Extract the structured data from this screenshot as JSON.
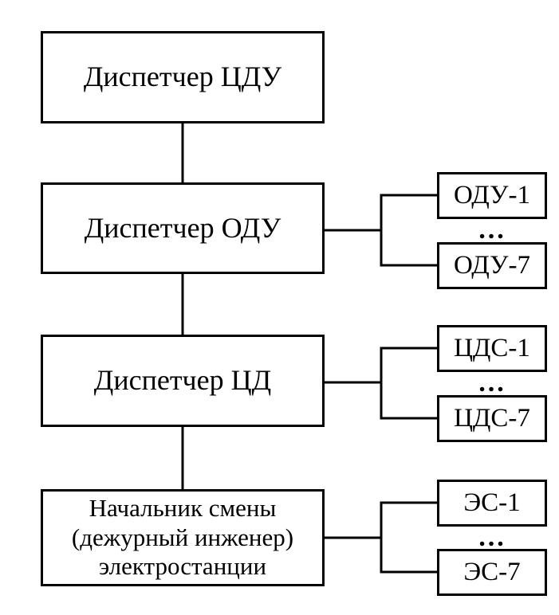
{
  "nodes": {
    "cdu": "Диспетчер ЦДУ",
    "odu": "Диспетчер ОДУ",
    "cd": "Диспетчер ЦД",
    "plant_line1": "Начальник смены",
    "plant_line2": "(дежурный инженер)",
    "plant_line3": "электростанции"
  },
  "branches": {
    "odu_first": "ОДУ-1",
    "odu_last": "ОДУ-7",
    "cds_first": "ЦДС-1",
    "cds_last": "ЦДС-7",
    "es_first": "ЭС-1",
    "es_last": "ЭС-7",
    "ellipsis": "…"
  }
}
